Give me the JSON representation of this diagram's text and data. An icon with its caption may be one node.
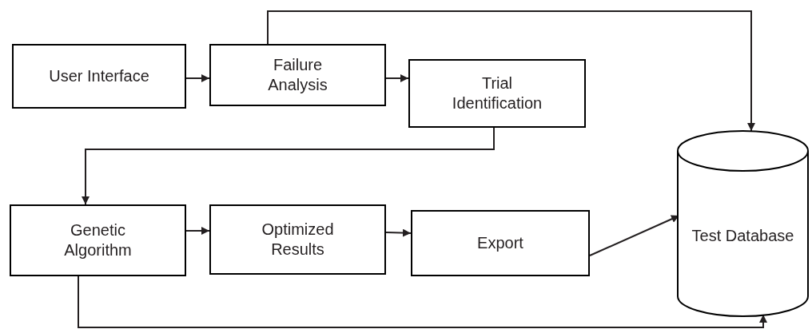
{
  "diagram": {
    "nodes": [
      {
        "text": [
          "User Interface"
        ]
      },
      {
        "text": [
          "Failure Analysis"
        ]
      },
      {
        "text": [
          "Trial Identification"
        ]
      },
      {
        "text": [
          "Genetic Algorithm"
        ]
      },
      {
        "text": [
          "Optimized Results"
        ]
      },
      {
        "text": [
          "Export"
        ]
      },
      {
        "text": [
          "Test Database"
        ]
      }
    ],
    "edges": [
      {
        "from": 0,
        "to": 1,
        "arrow": "to"
      },
      {
        "from": 1,
        "to": 2,
        "arrow": "to"
      },
      {
        "from": 1,
        "to": 6,
        "arrow": "to"
      },
      {
        "from": 2,
        "to": 3,
        "arrow": "to"
      },
      {
        "from": 3,
        "to": 4,
        "arrow": "to"
      },
      {
        "from": 4,
        "to": 5,
        "arrow": "to"
      },
      {
        "from": 5,
        "to": 6,
        "arrow": "to"
      },
      {
        "from": 3,
        "to": 6,
        "arrow": "to"
      }
    ]
  }
}
